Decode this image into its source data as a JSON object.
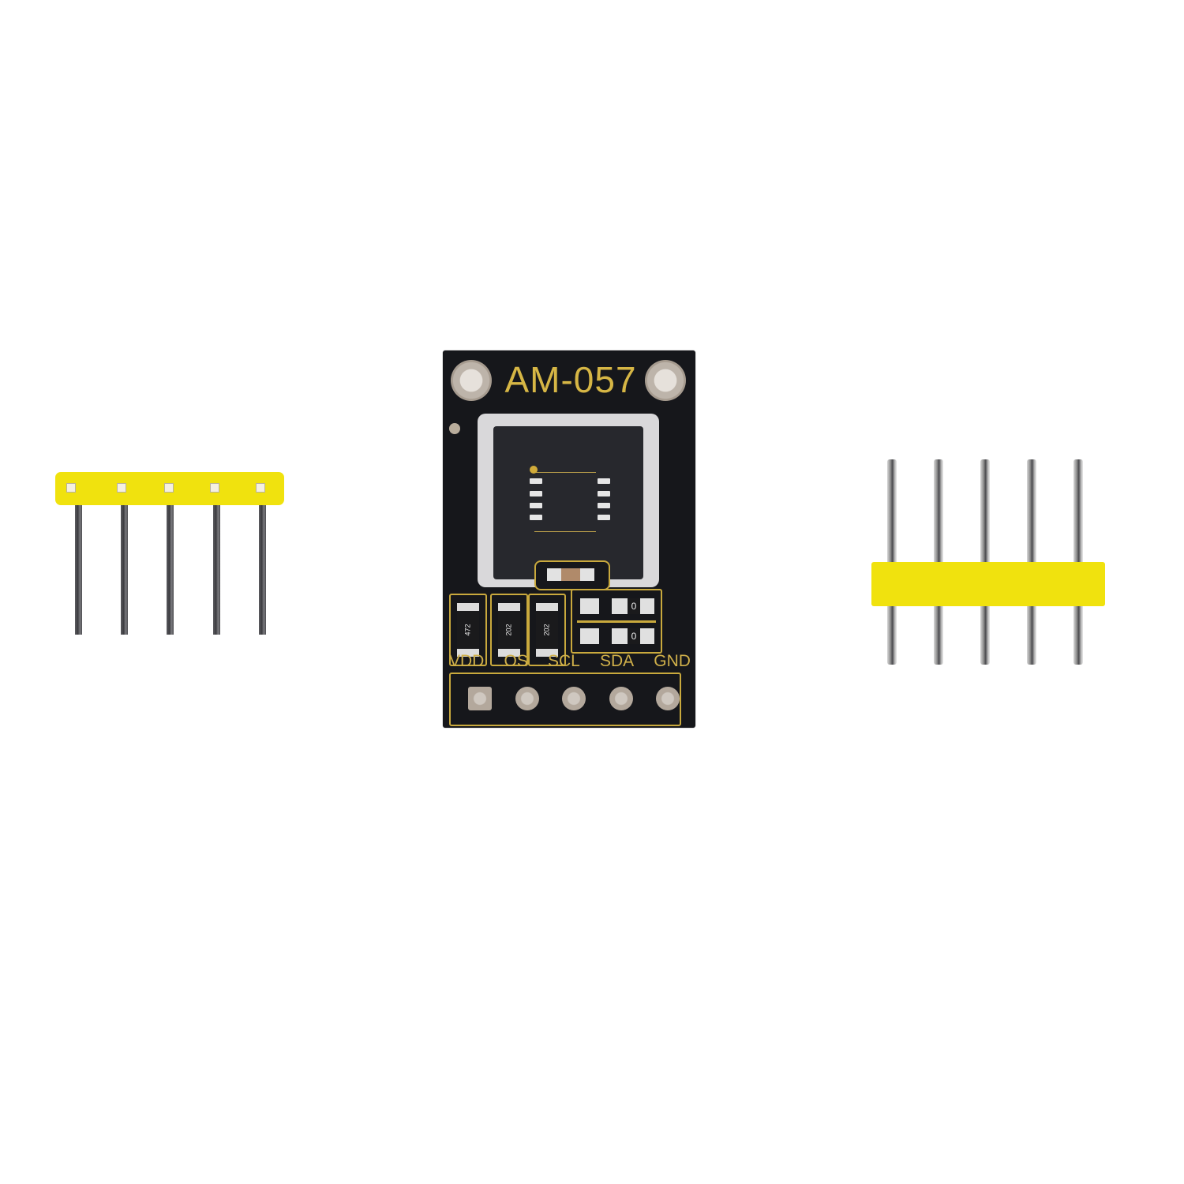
{
  "product": {
    "board_label": "AM-057",
    "board_color": "#16171b",
    "silkscreen_color": "#d6b645",
    "pin_labels": [
      "VDD",
      "OS",
      "SCL",
      "SDA",
      "GND"
    ],
    "resistor_markings": [
      "472",
      "202",
      "202"
    ],
    "jumper_markings": [
      "0",
      "0"
    ],
    "header_color": "#f0e20e",
    "headers": [
      {
        "type": "right-angle",
        "pin_count": 5
      },
      {
        "type": "straight",
        "pin_count": 5
      }
    ]
  }
}
